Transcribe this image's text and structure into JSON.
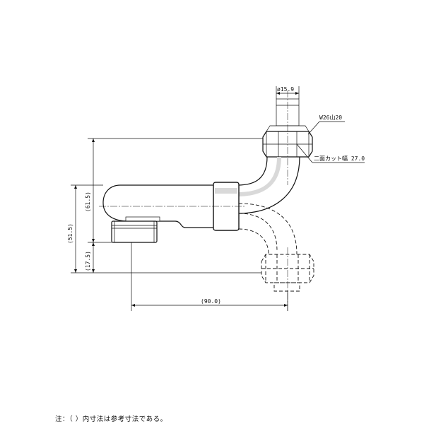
{
  "dimensions": {
    "top_diameter": "ø15.9",
    "thread": "W26山20",
    "flat_width": "二面カット幅 27.0",
    "height_61_5": "(61.5)",
    "height_51_5": "(51.5)",
    "height_17_5": "(17.5)",
    "length_90": "(90.0)"
  },
  "note": "注：（ ）内寸法は参考寸法である。"
}
